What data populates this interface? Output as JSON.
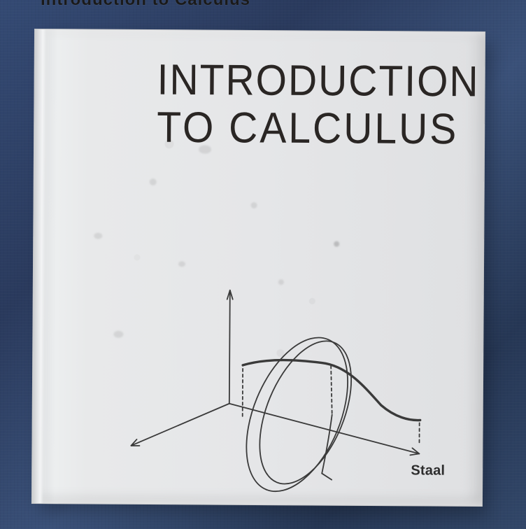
{
  "top_caption": "Introduction to Calculus",
  "book": {
    "title_line_1": "INTRODUCTION",
    "title_line_2": "TO CALCULUS",
    "author": "Staal",
    "cover_color": "#e6e7e8",
    "text_color": "#2a2624",
    "diagram_color": "#3a3a3a"
  },
  "scene": {
    "background_color": "#314567"
  }
}
